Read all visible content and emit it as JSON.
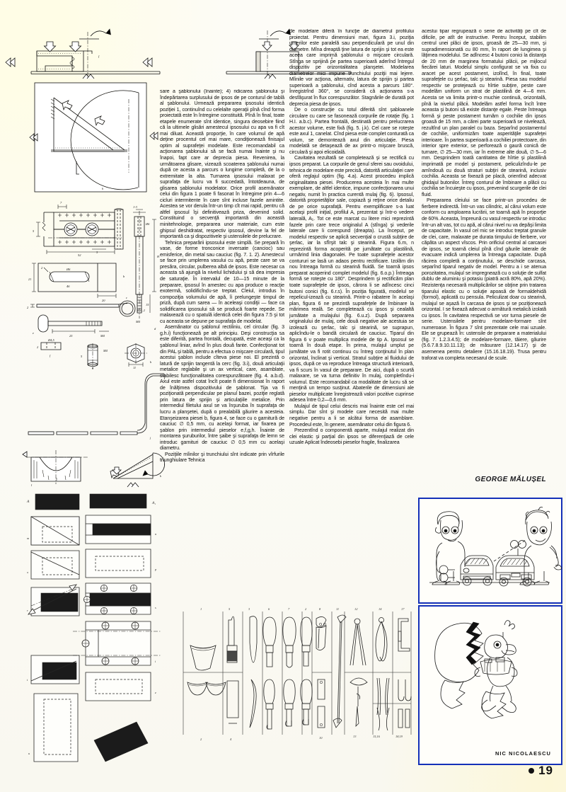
{
  "page": {
    "number": "19",
    "language": "ro",
    "publication_kind": "technical magazine page"
  },
  "article": {
    "byline": "GEORGE MĂLUȘEL",
    "columns": {
      "col1": [
        "sare a şablonului (înainte); 4) ridicarea şablonului şi îndepărtarea surplusului de ipsos de pe conturul de tablă al şablonului. Urmează prepararea ipsosului identică poziţiei 1, continuînd cu celelalte operaţii pînă cînd forma proiectată este în întregime constituită. Pînă în final, toate etapele enumerate sînt identice, singura deosebire fiind că la ultimele glisări amestecul ipsosului cu apa va fi cît mai diluat. Această proporţie, în care volumul de apă deţine procentul cel mai mare, condiţionează finisajul optim al suprafeţei modelate. Este recomandabil ca acţionarea şablonului să se facă numai înainte şi nu înapoi, fapt care ar deprecia piesa. Revenirea, la următoarea glisare, vizează scoaterea şablonului numai după ce acesta a parcurs o lungime completă, de la o extremitate la alta. Turnarea ipsosului malaxat pe suprafaţa de lucru va fi succedată, întotdeauna, de glisarea şablonului modelator. Orice profil asemănator celui din figura 1 poate fi fasonat în întregime prin 4—6 cicluri intermitente în care sînt incluse fazele amintite. Acestea se vor derula într-un timp cît mai rapid, pentru că altfel ipsosul îşi definitivează priza, devenind solid. Constituind o secvenţă importantă din această minitehnologie, prepararea unor materiale, cum este ghipsul deshidratat, respectiv ipsosul, devine la fel de importantă ca şi dispozitivele şi ustensilele de prelucrare.",
        "Tehnica preparării ipsosului este simplă. Se prepară în vase, de forme tronconice inversate (cancioc) sau emisferice, din metal sau cauciuc (fig. 7. 1. 2). Amestecul se face prin umplerea vasului cu apă, peste care se va presăra, circular, pulberea albă de ipsos. Este necesar ca aceasta să ajungă la nivelul lichidului şi să dea impresia de saturaţie. În intervalul de 10—15 minute de la preparare, ipsosul în amestec cu apa produce o reacţie exotermă, solidificîndu-se treptat. Cleiul, introdus în compoziţia volumului de apă, îi prelungeşte timpul de priză, după cum sarea — în aceleaşi condiţii — face ca solidificarea ipsosului să se producă foarte repede. Se malaxează cu o spatulă identică celei din figura 7.5 şi tot cu aceasta se depune pe suprafaţa de modelat.",
        "Asemănator cu şablonul rectiliniu, cel circular (fig. 3 g.h.i) funcţionează pe alt principiu. Deşi construcţia sa este diferită, partea frontală, decupată, este aceaşi ca la şablonul liniar, avînd în plus două fante. Confecţionat tot din PAL şi tablă, pentru a efectua o mişcare circulară, tipul acestui şablon include cîteva piese noi. El prezintă o latură de sprijin tangentă la cerc (fig. 3.i), două articulaţii metalice reglabile şi un ax vertical, care, asamblate, stabilesc funcţionalitatea corespunzătoare (fig. 4. a.b.d). Axul este astfel cotat încît poate fi dimensionat în raport de înălţimea dispozitivului de şablonat. Tija va fi poziţionată perpendicular pe planul bazei, poziţie reglată prin latura de sprijin şi articulaţiile metalice. Prin intermediul filetului axul se va înşuruba în suprafaţa de lucru a planşetei, după o prealabilă găurire a acesteia. Etanşeizarea piesei b, figura 4, se face cu o garnitură de cauciuc ∅ 0,5 mm, cu acelaşi format, iar fixarea pe şablon prin intermediul pieselor e,f,g,h. Înainte de montarea şuruburilor, între şaibe şi suprafaţa de lemn se introduc garnituri de cauciuc ∅ 0,5 mm cu acelaşi diametru.",
        "Poziţiile mîinilor şi trunchiului sînt indicate prin vîrfurile triunghiulare Tehnica"
      ],
      "col2": [
        "de modelare diferă în funcţie de diametrul profilului proiectat. Pentru dimensiuni mari, figura 3.i, poziţia umerilor este paralelă sau perpendiculară pe unul din diametre. Mîna dreaptă ţine latura de sprijin şi tot ea este aceea care imprimă şablonului o mişcare circulară. Stînga se sprijină pe partea superioară aderînd întregul dispozitiv pe orizontalitatea planşetei. Modelarea diametrelor mici impune trunchiului poziţii mai lejere. Mîinile vor acţiona, alternativ, latura de sprijin şi partea superioară a şablonului, cînd acesta a parcurs 180°. Înregistrînd 360°, se consideră că acţionarea s-a desfăşurat în flux corespunzător. Stagnările de durată pot deprecia piesa de ipsos.",
        "De o construcţie cu totul diferită sînt şabloanele circulare cu care se fasonează corpurile de rotaţie (fig. 1 H.I. a.b.c). Partea frontală, destinată pentru prelucrarea acestor volume, este fixă (fig. 5. j.k). Cel care se roteşte este axul 1, canelat. Cînd piesa este complet conturată ca volum, se demontează axul din articulaţie. Piesa modelată se detaşează de ax printr-o mişcare bruscă, circulară şi apoi elicoidală.",
        "Cavitatea rezultată se completează şi se rectifică cu ipsos preparat. La corpurile de genul sferei sau ovoidului, tehnica de modelare este precisă, datorită articulaţiei care oferă reglajul optim (fig. 4.a). Acest procedeu implică originalitatea piesei. Producerea acesteia în mai multe exemplare, de altfel identice, impune confecţionarea unui negativ, numit în practica curentă mulaj (fig. 6). Ipsosul, datorită proprietăţilor sale, copiază şi reţine orice detaliu de pe orice suprafaţă. Pentru exemplificare s-a luat acelaşi profil iniţial, profilul A, prezentat şi într-o vedere laterală, A₁. Tot ce este marcat cu litere mici reprezintă fazele prin care trece originalul A (stînga) şi vederile laterale care li corespund (dreapta). La început, pe modelul respectiv se aplică secvenţial o crustă subţire de şerlac, iar la sfîrşit talc şi stearină. Figura 6.m, n reprezintă forma acoperită pe jumătate cu plastilină, urmărind linia diagonalei. Pe toate suprafeţele acestor contururi se lasă un adaos pentru rectificare. Izolăm din nou întreaga formă cu stearină fluidă. Se toarnă ipsos preparat acoperind complet modelul (fig. 6.o.p.) Întreaga formă se roteşte cu 180°. Desprindem şi rectificăm plan toate suprafeţele de ipsos, cărora li se adîncesc cinci butoni conici (fig. 6.r.s). În poziţia figurată, modelul se repelicul-izează cu stearină. Printr-o rabatere în acelaşi plan, figura 6 ne prezintă suprafeţele de îmbinare la mărimea reală. Se completează cu ipsos şi cealaltă jumătate a mulajului (fig. 6.u.z). După separarea originalului de mulaj, cele două negative ale acestuia se izolează cu şerlac, talc şi stearină, se suprapun, aplicîndu-le o bandă circulară de cauciuc. Tiparul din figura 6 v poate multiplica modele de tip A. Ipsosul se toarnă în două etape. În prima, mulajul umplut pe jumătate va fi rotit continuu cu întreg conţinutul în plan orizontal, înclinat şi vertical. Stratul subţire al fluidului de ipsos, după ce va reproduce întreaga structură interioară, va fi scurs în vasul de preparare. De aici, după o scurtă malaxare, se va turna definitiv în mulaj, completîndu-i volumul. Este recomandabil ca modalitate de lucru să se menţină un tempo susţinut. Abaterile de dimensiuni ale pieselor multiplicate înregistrează valori pozitive cuprinse adesea între 0,2—0,6 mm.",
        "Mulajul de tipul celui descris mai înainte este cel mai simplu. Dar sînt şi modele care necesită mai multe negative pentru a li se alcătui forma de asamblare. Procedeul este, în genere, asemănator celui din figura 6.",
        "Prezentînd o componentă aparte, mulajul realizat din clei elastic şi parţial din ipsos se diferenţiază de cele uzuale Aplicat îndeosebi pieselor fragile, finalizarea"
      ],
      "col3": [
        "acestui tipar regrupează o serie de activităţi pe cît de dificile, pe atît de instructive. Pentru început, stabilim centrul unei plăci de ipsos, groasă de 25—30 mm, şi supradimensionată cu 80 mm, în raport de lungimea şi lăţimea modelului. Se adîncesc 4 butoni conici la distanţa de 20 mm de marginea formatului plăcii, pe mijlocul fiecărei laturi. Modelul simplu configurat se va fixa cu aracet pe acest postament, izolînd, în final, toate suprafeţele cu şerlac, talc şi stearină. Piesa sau modelul respectiv se protejează cu hîrtie subţire, peste care modelăm uniform un strat de plastilină de 4—6 mm. Acesta se va limita printr-o muchie continuă, orizontală, pînă la nivelul plăcii. Modelăm astfel forma încît între aceasta şi butoni să existe distanţe egale. Peste întreaga formă şi peste postament turnăm o cochilie din ipsos groasă de 15 mm, a cărei parte superioară se nivelează, rezultînd un plan paralel cu baza. Separînd postamentul de cochilie, uniformizăm toate asperităţile suprafeţei interioare. În partea superioară a cochiliei protectoare, din interior spre exterior, se perforează o gaură conică de turnare, ∅ 25—30 mm, iar în extreme alte două, ∅ 5—6 mm. Desprindem toată cantitatea de hîrtie şi plastilină imprimată pe model şi postament, peliculizîndu-le pe amîndouă cu două straturi subţiri de stearină, inclusiv cochilia. Aceasta se fixează pe placă, orientînd adecvat ghidajul butonilor. Întreg conturul de îmbinare a plăcii cu cochilia se încuieşte cu ipsos, prevenind scurgerile de clei fluid.",
        "Prepararea cleiului se face printr-un procedeu de fierbere indirectă. Într-un vas cilindric, al cărui volum este conform cu amploarea lucrării, se toarnă apă în proporţie de 60%. Aceasta, împreună cu vasul respectiv se introduc într-un alt vas, tot cu apă, al cărui nivel nu va depăşi limita de capacitate. În vasul cel mic se introduc treptat granule de clei, care, malaxate pe durata timpului de fierbere, vor căpăta un aspect vîscos. Prin orificiul central al carcasei de ipsos, se toarnă cleiul pînă cînd găurile laterale de evacuare indică umplerea la întreaga capacitate. După răcirea completă a conţinutului, se deschide carcasa, separînd tiparul negativ de model. Pentru a i se atenua porozitatea, mulajul se impregnează cu o soluţie de sulfat dublu de aluminiu şi potasiu (piatră acră 80%, apă 20%). Rezistenţa necesară multiplicărilor se obţine prin tratarea tiparului elastic cu o soluţie apoasă de formaldehidă (formol), aplicată cu pensula. Peliculizat doar cu stearină, mulajul se aşază în carcasa de ipsos şi se poziţionează orizontal. I se fixează adecvat o armătură metalică izolată cu ipsos. În cavitatea respectivă se vor turna piesele de serie. Ustensilele pentru modelare-formare sînt numeroase. În figura 7 sînt prezentate cele mai uzuale. Ele se grupează în: ustensile de preparare a materialului (fig. 7. 1.2.3.4.5); de modelare-formare, tăiere, găurire (5.6.7.8.9.10.11.13); de măsurare (12.14.17) şi de asemenea pentru detaliere (15.16.18.19). Trusa pentru traforat va completa necesarul de scule."
      ]
    }
  },
  "cartoons": {
    "credit": "NIC NICOLAESCU",
    "panels": [
      {
        "name": "wind-up-cars-panel",
        "description": "Two boys comparing wind-up key toy cars",
        "border_color": "#1430b8"
      },
      {
        "name": "hatching-chick-panel",
        "description": "Chick hatching out of an egg carrying a cake",
        "border_color": "#1430b8"
      }
    ]
  },
  "figures": {
    "fig1_labels": [
      "A",
      "A₁"
    ],
    "fig_tool_numbers": [
      "1",
      "2",
      "3",
      "4",
      "5",
      "6",
      "7",
      "8",
      "9",
      "10",
      "11",
      "12",
      "13",
      "14",
      "15",
      "16",
      "17",
      "18",
      "19"
    ],
    "dimension_notes": [
      "1-3",
      "Ø 6",
      "M 4",
      "25",
      "20",
      "M 4",
      "2"
    ],
    "part_letters": [
      "a",
      "b",
      "c",
      "d",
      "e",
      "f",
      "g",
      "h",
      "i",
      "j",
      "k",
      "l",
      "m",
      "n",
      "o",
      "p",
      "r",
      "s",
      "u",
      "z",
      "v"
    ]
  },
  "colors": {
    "paper": "#fdfcf6",
    "ink": "#1b1b1b",
    "cartoon_border": "#1430b8"
  }
}
